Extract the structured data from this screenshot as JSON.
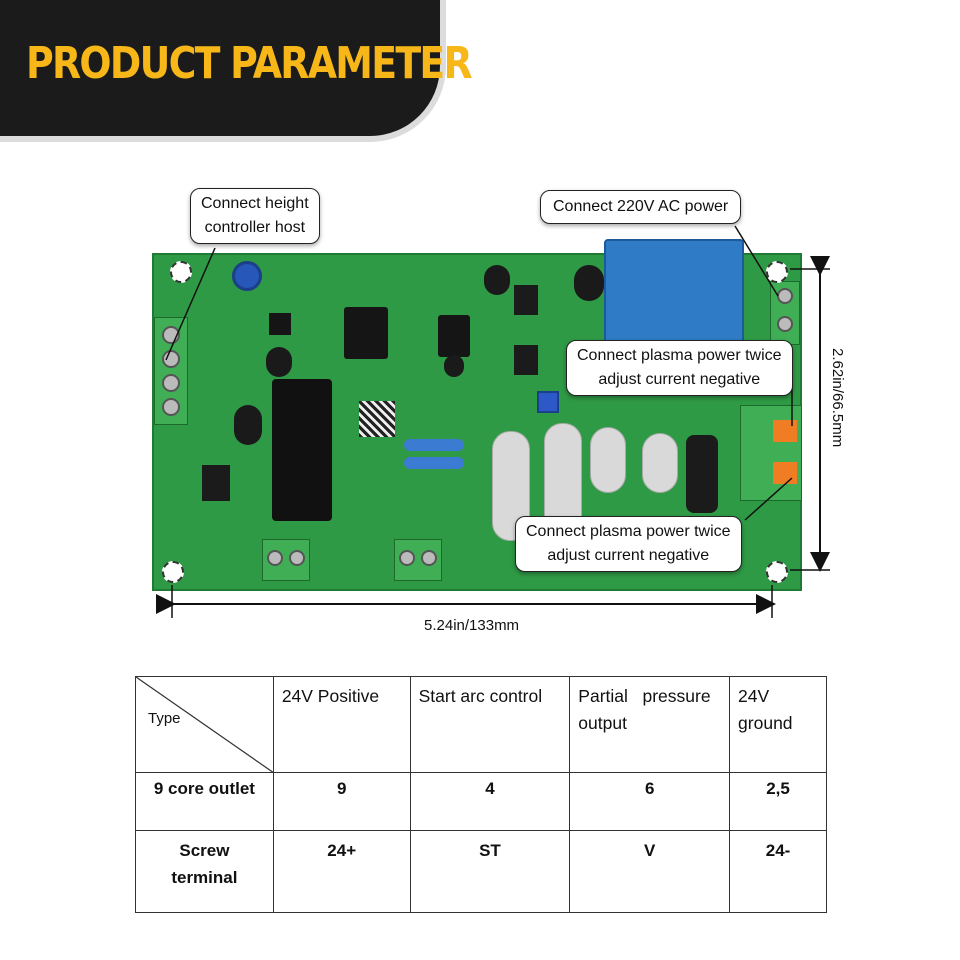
{
  "banner": {
    "title": "PRODUCT PARAMETER"
  },
  "callouts": {
    "height_controller": [
      "Connect height",
      "controller host"
    ],
    "ac_power": "Connect 220V AC power",
    "plasma_top": [
      "Connect plasma power twice",
      "adjust current negative"
    ],
    "plasma_bottom": [
      "Connect plasma power twice",
      "adjust current negative"
    ]
  },
  "dimensions": {
    "width": "5.24in/133mm",
    "height": "2.62in/66.5mm"
  },
  "table": {
    "corner_label": "Type",
    "headers": [
      "24V Positive",
      "Start arc control",
      "Partial   pressure output",
      "24V ground"
    ],
    "rows": [
      {
        "label": "9 core outlet",
        "values": [
          "9",
          "4",
          "6",
          "2,5"
        ]
      },
      {
        "label": "Screw terminal",
        "values": [
          "24+",
          "ST",
          "V",
          "24-"
        ]
      }
    ]
  },
  "colors": {
    "banner_bg": "#1b1b1b",
    "banner_text": "#f7b718",
    "board": "#2f9a45"
  }
}
